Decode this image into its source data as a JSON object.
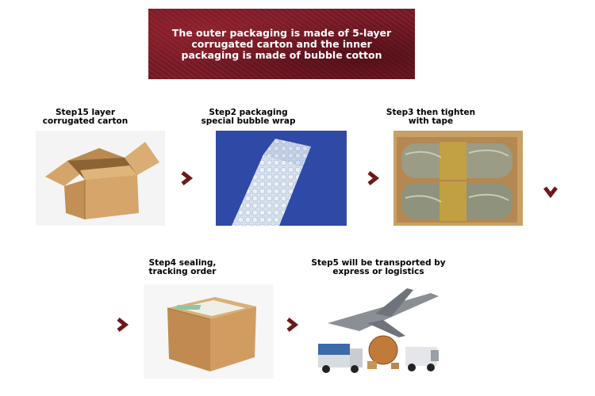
{
  "banner": {
    "text": "The outer packaging is made of 5-layer corrugated carton and the inner packaging is made of bubble cotton"
  },
  "steps": [
    {
      "label": "Step15 layer corrugated carton"
    },
    {
      "label": "Step2 packaging special bubble wrap"
    },
    {
      "label": "Step3 then tighten with tape"
    },
    {
      "label": "Step4 sealing, tracking order"
    },
    {
      "label": "Step5 will be transported by express or logistics"
    }
  ],
  "colors": {
    "banner": "#7a1a26",
    "arrow": "#6b1a1a",
    "cardboard": "#c89a5e"
  },
  "icons": [
    "chevron-right-icon",
    "chevron-down-icon"
  ]
}
